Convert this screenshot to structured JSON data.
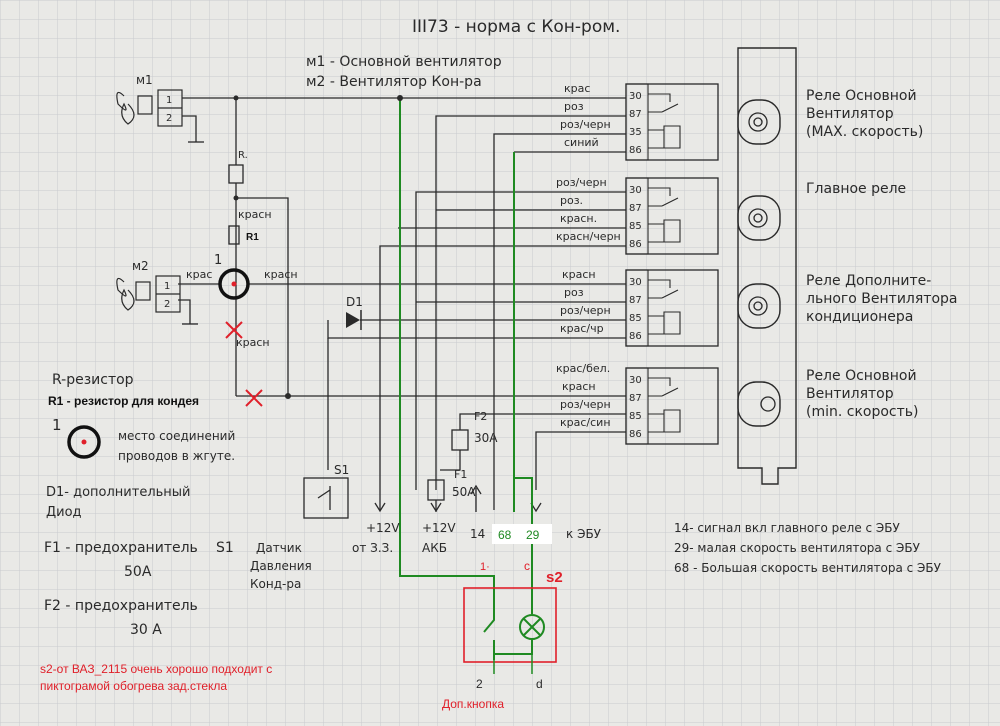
{
  "title": "ІІІ73 - норма с Кон-ром.",
  "motors": {
    "m1": {
      "label": "м1",
      "legend": "м1 - Основной вентилятор"
    },
    "m2": {
      "label": "м2",
      "legend": "м2 - Вентилятор Кон-ра"
    },
    "pins": [
      "1",
      "2"
    ]
  },
  "wires": {
    "kras": "крас",
    "krasn": "красн",
    "roz": "роз",
    "roz_cherny": "роз/черн",
    "siniy": "синий",
    "krasn_cherny": "красн/черн",
    "kras_chr": "крас/чр",
    "kras_bel": "крас/бел.",
    "kras_sin": "крас/син"
  },
  "relays": [
    {
      "name": "Реле Основной Вентилятор (MAX. скорость)",
      "pins": [
        "30",
        "87",
        "35",
        "86"
      ],
      "wires": [
        "крас",
        "роз",
        "роз/черн",
        "синий"
      ]
    },
    {
      "name": "Главное реле",
      "pins": [
        "30",
        "87",
        "85",
        "86"
      ],
      "wires": [
        "роз/черн",
        "роз.",
        "красн.",
        "красн/черн"
      ]
    },
    {
      "name": "Реле Дополнительного Вентилятора кондиционера",
      "pins": [
        "30",
        "87",
        "85",
        "86"
      ],
      "wires": [
        "красн",
        "роз",
        "роз/черн",
        "крас/чр"
      ]
    },
    {
      "name": "Реле Основной Вентилятор (min. скорость)",
      "pins": [
        "30",
        "87",
        "85",
        "86"
      ],
      "wires": [
        "крас/бел.",
        "красн",
        "роз/черн",
        "крас/син"
      ]
    }
  ],
  "components": {
    "r_label": "R.",
    "r1_label": "R1",
    "d1_label": "D1",
    "f2_label": "F2",
    "f2_value": "30А",
    "f1_label": "F1",
    "f1_value": "50А",
    "s1_label": "S1",
    "s2_label": "s2",
    "junction_label": "1",
    "cross_label": "красн"
  },
  "terminals": {
    "plus12_a": "+12V",
    "from_zz": "от З.З.",
    "plus12_b": "+12V",
    "akb": "АКБ",
    "t14": "14",
    "t68": "68",
    "t29": "29",
    "to_ecu": "к ЭБУ"
  },
  "s2_pins": {
    "top_left": "1·",
    "top_right": "с",
    "bottom_left": "2",
    "bottom_right": "d"
  },
  "legend": {
    "r": "R-резистор",
    "r1": "R1 - резистор для кондея",
    "junction_num": "1",
    "junction_text": "место соединений проводов в жгуте.",
    "d1": "D1- дополнительный Диод",
    "f1": "F1 - предохранитель 50А",
    "s1": "S1 Датчик Давления Конд-ра",
    "f2": "F2 - предохранитель 30 А"
  },
  "ecu_notes": [
    "14- сигнал вкл главного реле с ЭБУ",
    "29- малая скорость вентилятора с ЭБУ",
    "68 - Большая скорость вентилятора с ЭБУ"
  ],
  "s2_note": "s2-от ВАЗ_2115 очень хорошо подходит с пиктограмой обогрева зад.стекла",
  "dop_button": "Доп.кнопка",
  "colors": {
    "paper": "#e9e9e6",
    "grid": "#c9cbcf",
    "ink": "#2a2a2a",
    "green": "#1f8a22",
    "red": "#e0202a"
  }
}
